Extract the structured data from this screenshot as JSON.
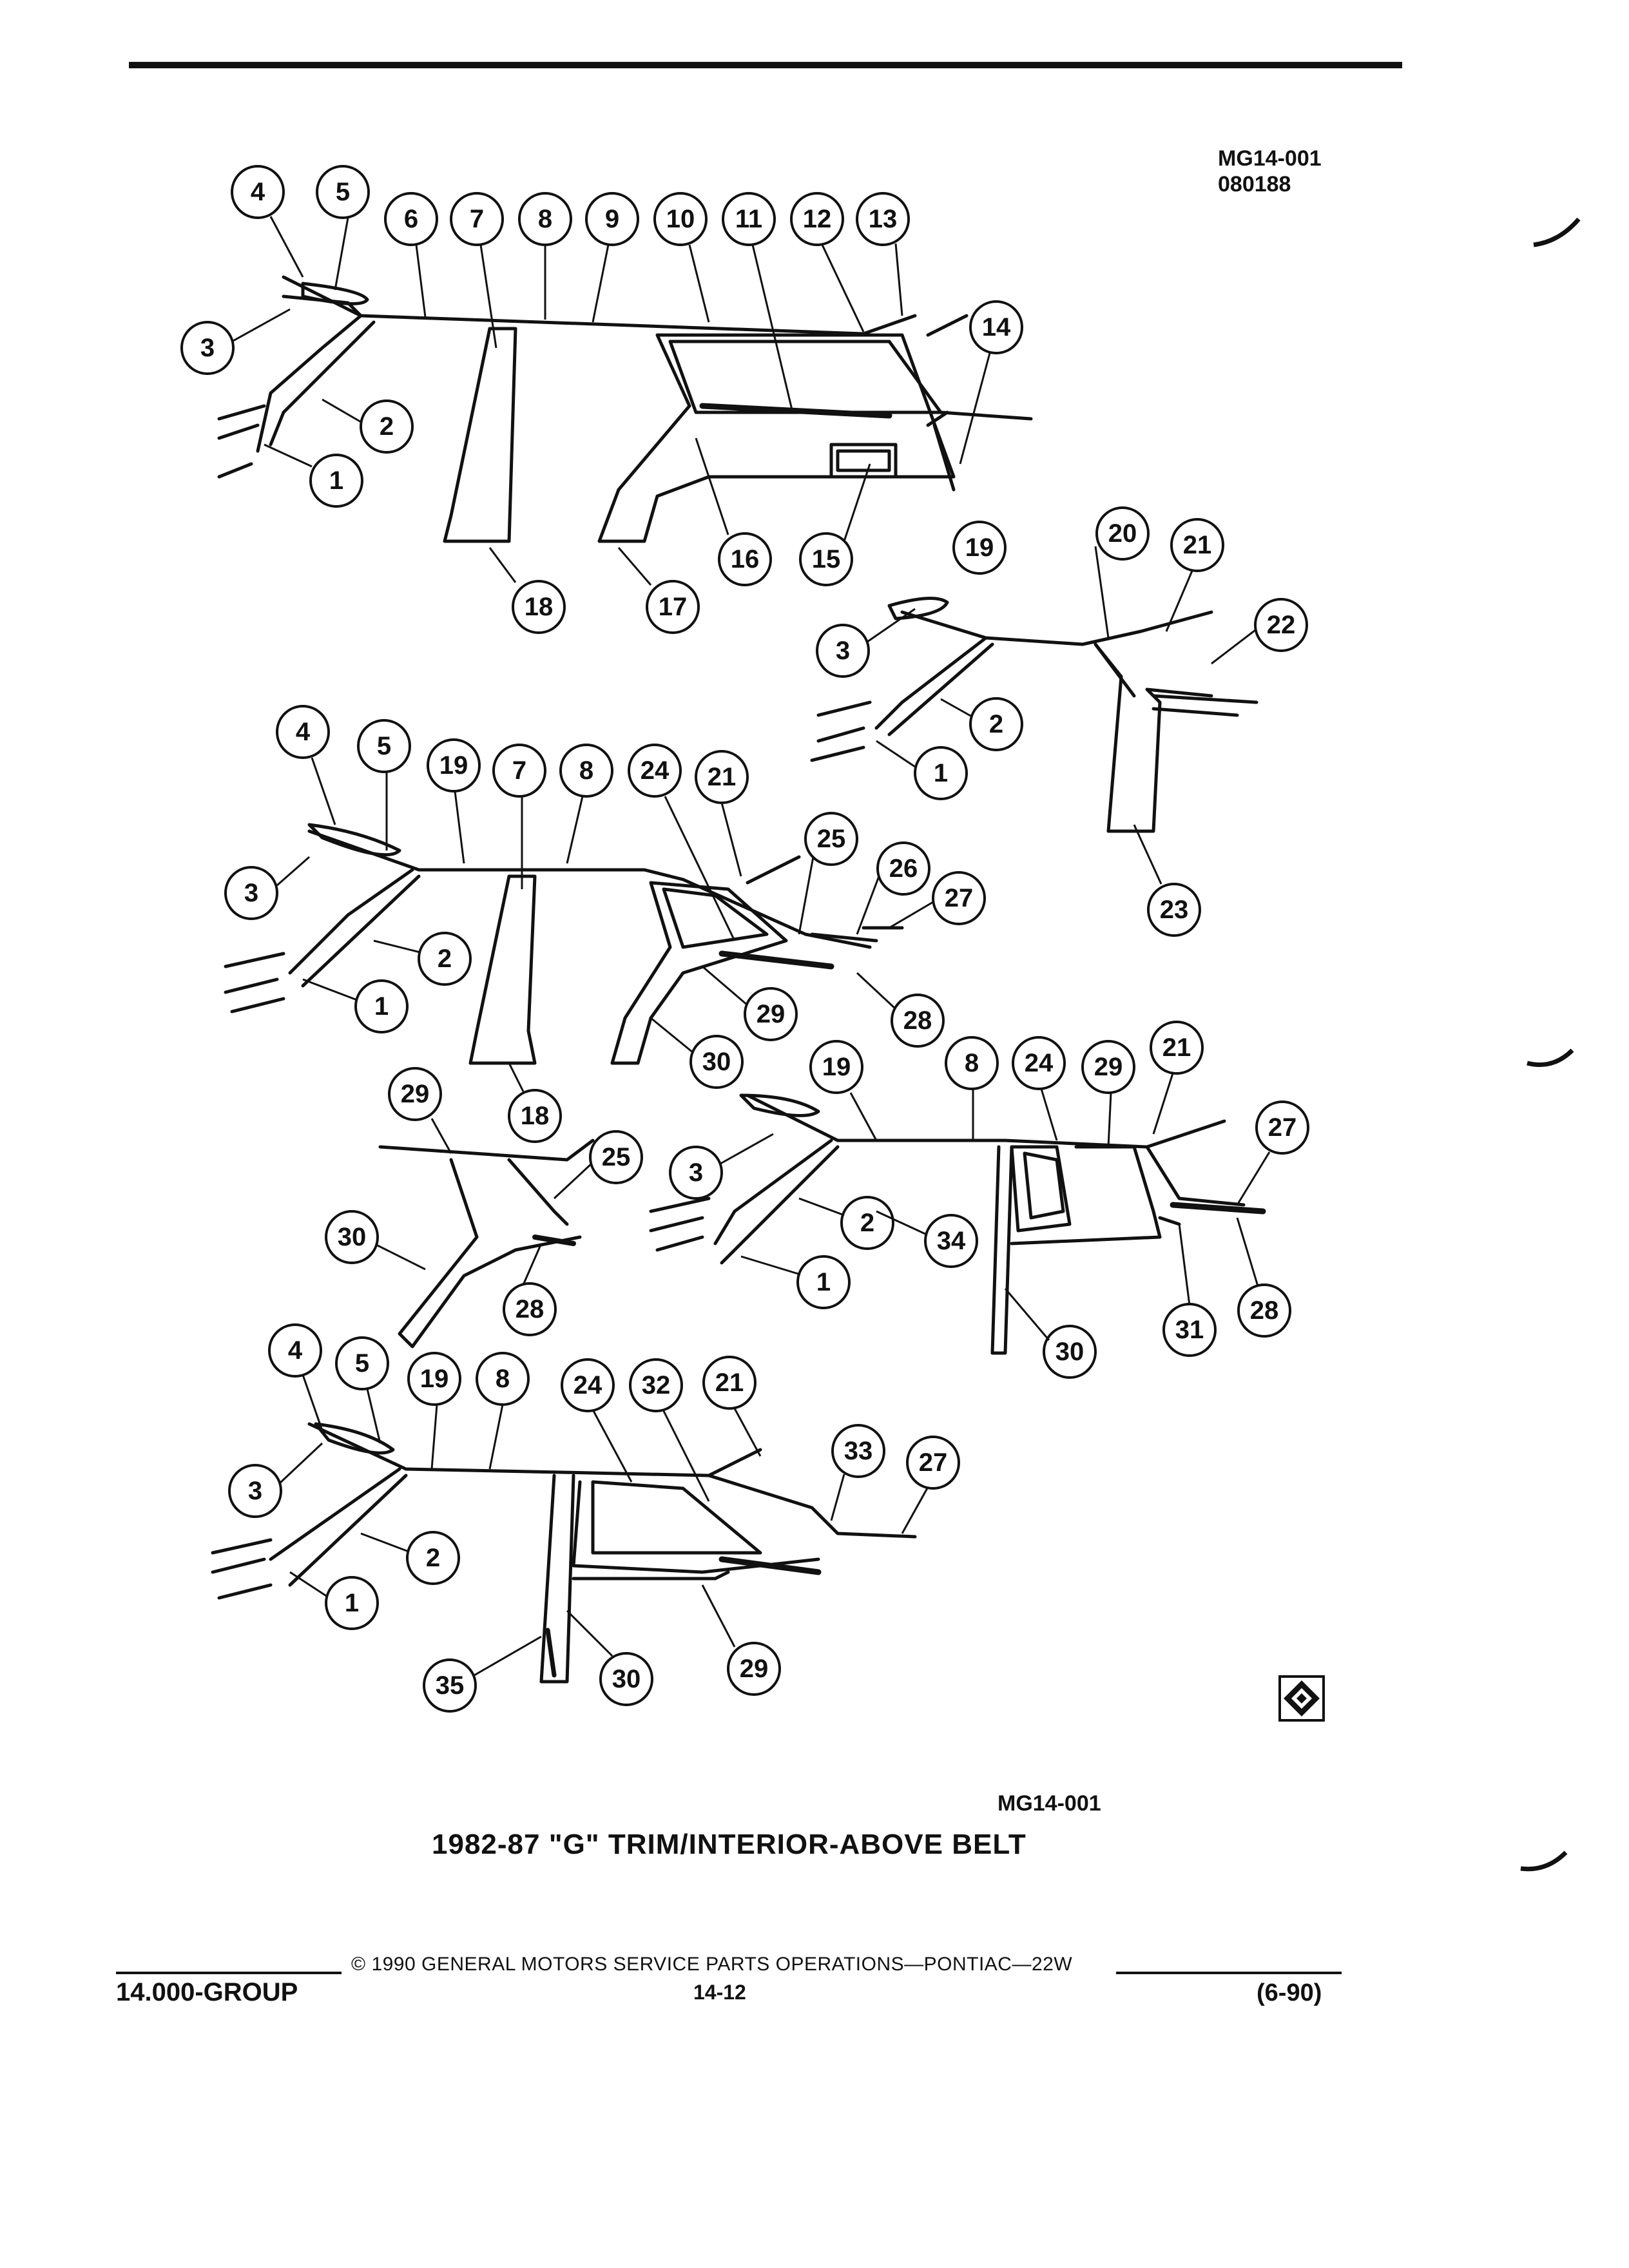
{
  "header": {
    "ref_code": "MG14-001",
    "ref_date": "080188"
  },
  "diagram": {
    "views": [
      {
        "id": "view-1",
        "callouts": [
          "1",
          "2",
          "3",
          "4",
          "5",
          "6",
          "7",
          "8",
          "9",
          "10",
          "11",
          "12",
          "13",
          "14",
          "15",
          "16",
          "17",
          "18"
        ]
      },
      {
        "id": "view-2",
        "callouts": [
          "1",
          "2",
          "3",
          "19",
          "20",
          "21",
          "22",
          "23"
        ]
      },
      {
        "id": "view-3",
        "callouts": [
          "1",
          "2",
          "3",
          "4",
          "5",
          "19",
          "7",
          "8",
          "24",
          "21",
          "25",
          "26",
          "27",
          "28",
          "29",
          "30",
          "18"
        ]
      },
      {
        "id": "view-4",
        "callouts": [
          "29",
          "25",
          "30",
          "28"
        ]
      },
      {
        "id": "view-5",
        "callouts": [
          "1",
          "2",
          "3",
          "19",
          "8",
          "24",
          "29",
          "21",
          "27",
          "34",
          "31",
          "28",
          "30"
        ]
      },
      {
        "id": "view-6",
        "callouts": [
          "1",
          "2",
          "3",
          "4",
          "5",
          "19",
          "8",
          "24",
          "32",
          "21",
          "33",
          "27",
          "29",
          "30",
          "35"
        ]
      }
    ]
  },
  "caption": {
    "code": "MG14-001",
    "title": "1982-87 \"G\" TRIM/INTERIOR-ABOVE BELT"
  },
  "footer": {
    "copyright": "© 1990 GENERAL MOTORS SERVICE PARTS OPERATIONS—PONTIAC—22W",
    "group": "14.000-GROUP",
    "page": "14-12",
    "revision": "(6-90)"
  },
  "colors": {
    "ink": "#111111",
    "paper": "#ffffff"
  }
}
